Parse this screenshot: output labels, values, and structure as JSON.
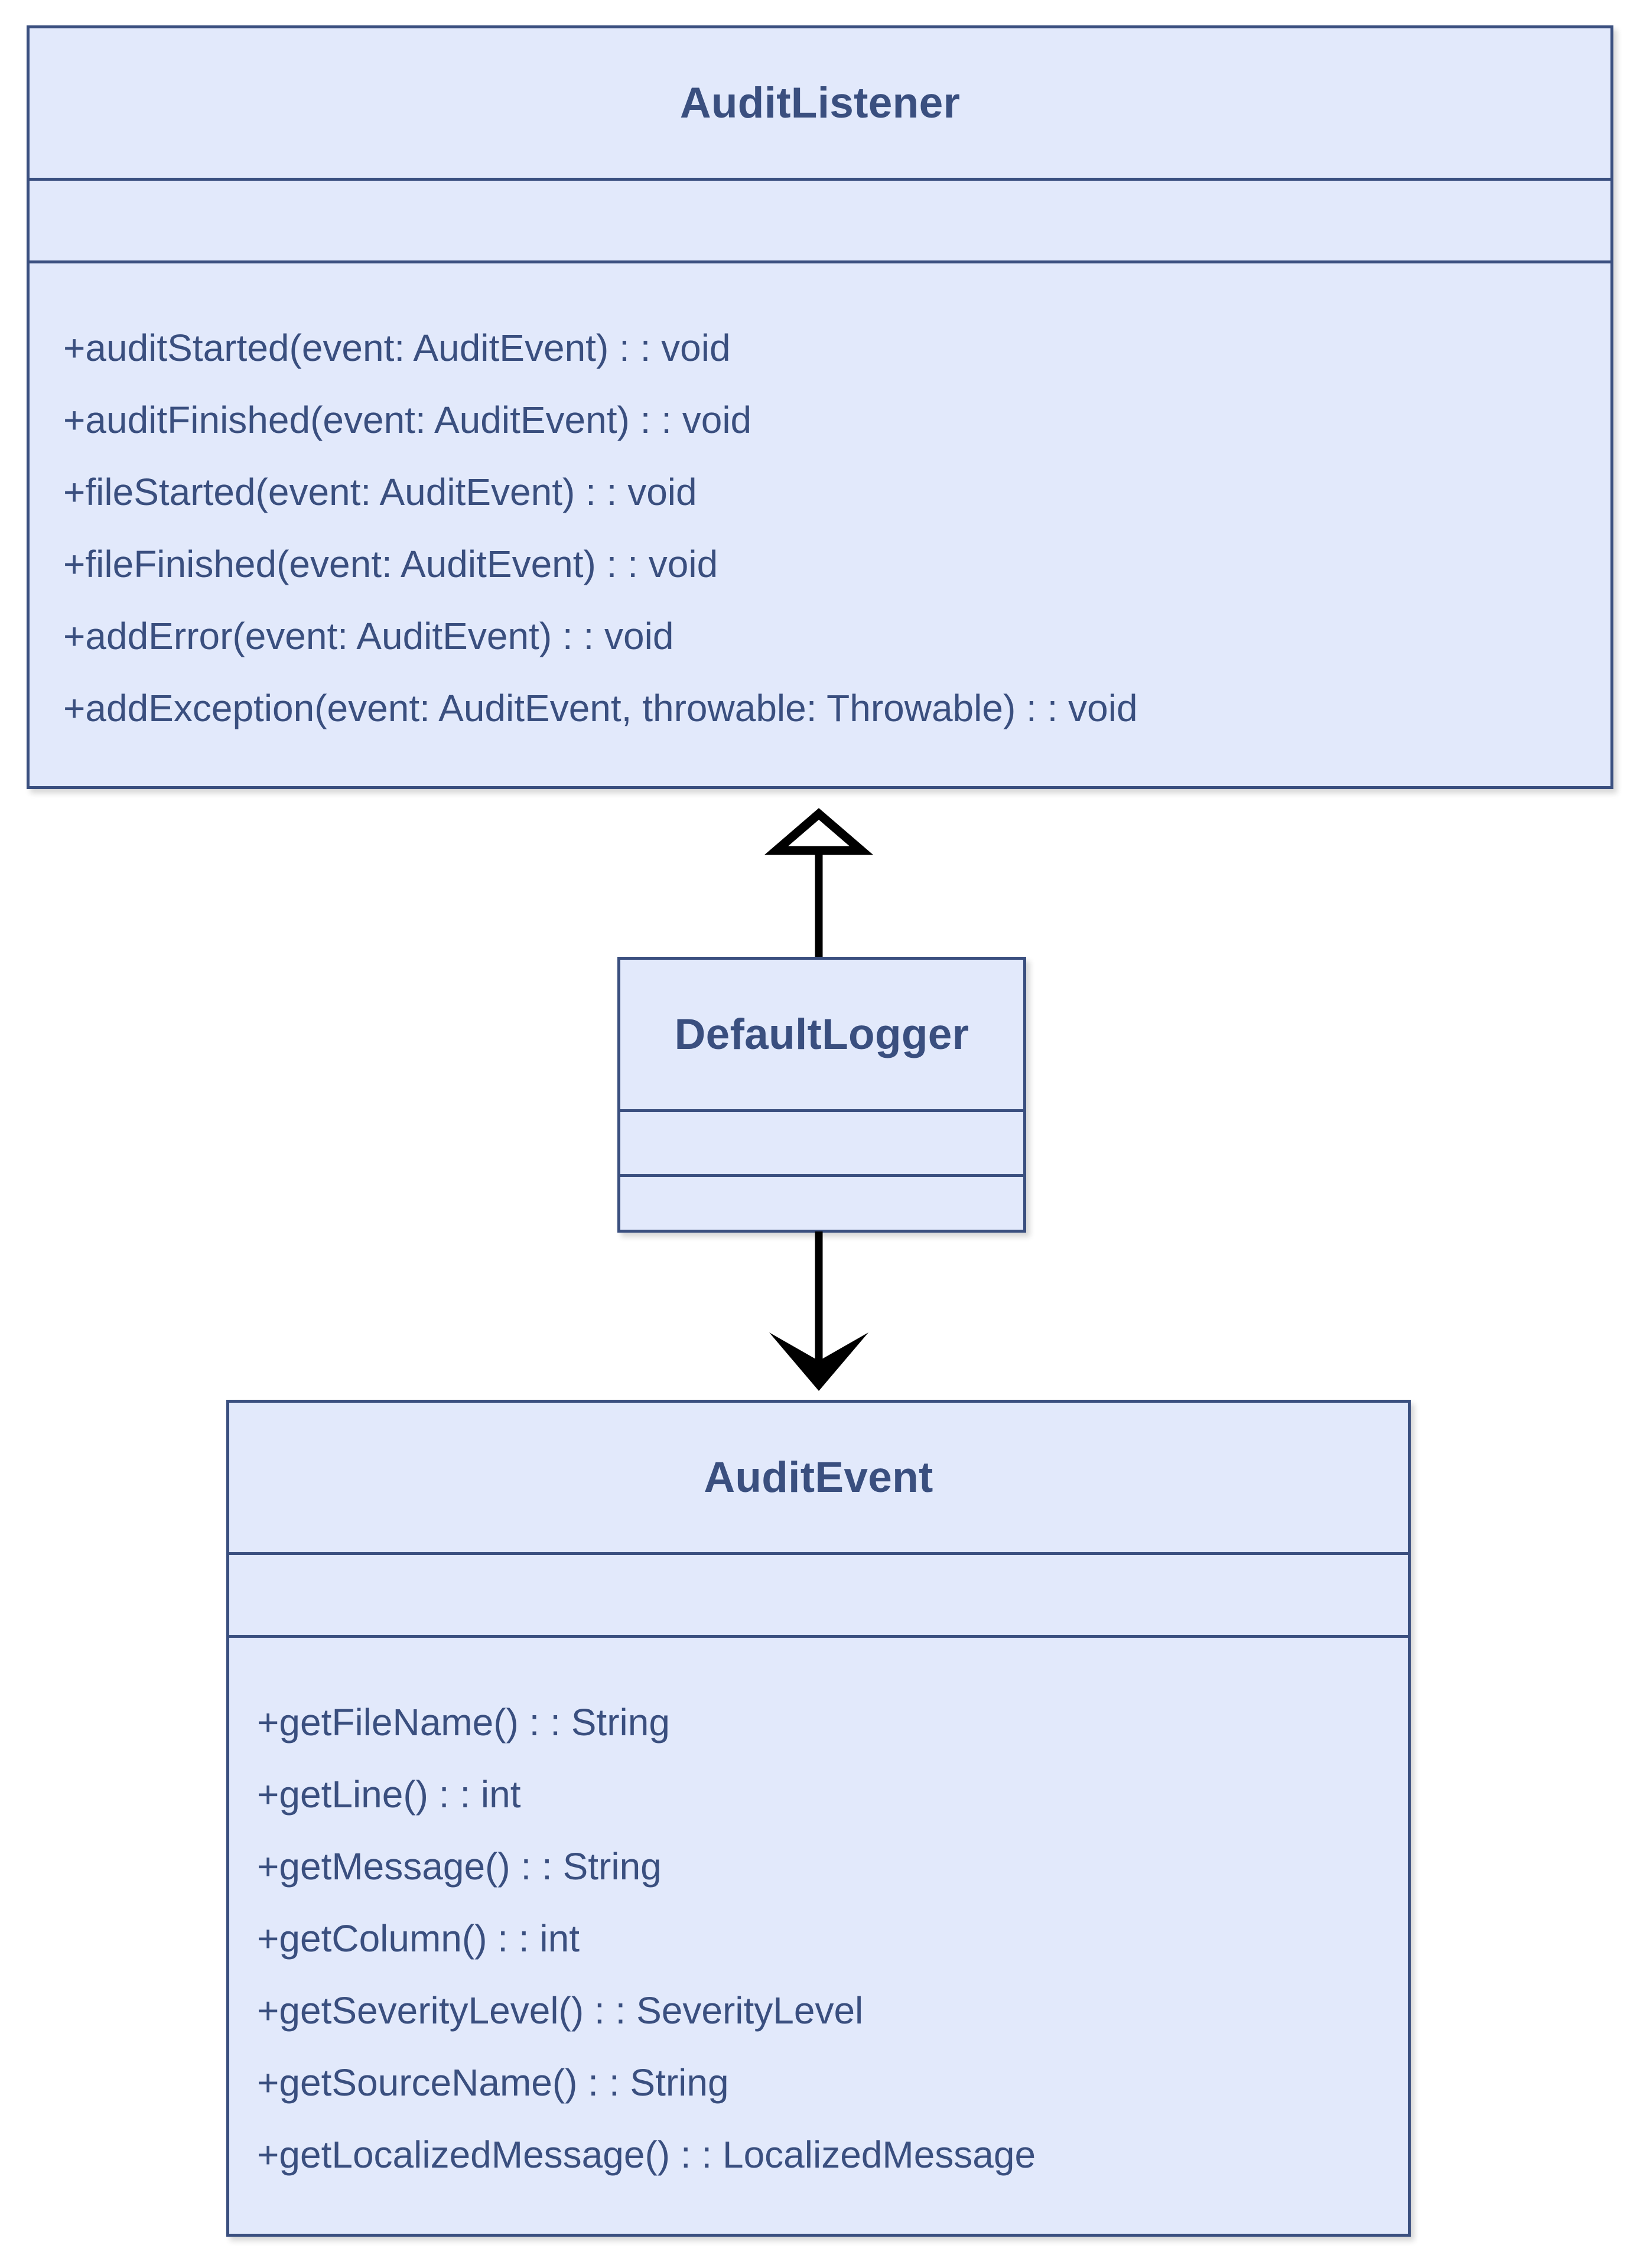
{
  "diagram": {
    "type": "uml-class-diagram",
    "background_color": "#ffffff",
    "box_fill_color": "#e2e9fb",
    "box_border_color": "#3a4f7f",
    "text_color": "#3a4f7f",
    "connector_color": "#000000"
  },
  "classes": {
    "audit_listener": {
      "name": "AuditListener",
      "attributes": [],
      "methods": [
        "+auditStarted(event: AuditEvent) : : void",
        "+auditFinished(event: AuditEvent) : : void",
        "+fileStarted(event: AuditEvent) : : void",
        "+fileFinished(event: AuditEvent) : : void",
        "+addError(event: AuditEvent) : : void",
        "+addException(event: AuditEvent, throwable: Throwable) : : void"
      ]
    },
    "default_logger": {
      "name": "DefaultLogger",
      "attributes": [],
      "methods": []
    },
    "audit_event": {
      "name": "AuditEvent",
      "attributes": [],
      "methods": [
        "+getFileName() : : String",
        "+getLine() : : int",
        "+getMessage() : : String",
        "+getColumn() : : int",
        "+getSeverityLevel() : : SeverityLevel",
        "+getSourceName() : : String",
        "+getLocalizedMessage() : : LocalizedMessage"
      ]
    }
  },
  "relationships": [
    {
      "id": "generalization",
      "from": "DefaultLogger",
      "to": "AuditListener",
      "arrowhead": "hollow-triangle",
      "line": "solid"
    },
    {
      "id": "association",
      "from": "DefaultLogger",
      "to": "AuditEvent",
      "arrowhead": "open-solid-arrow",
      "line": "solid"
    }
  ]
}
